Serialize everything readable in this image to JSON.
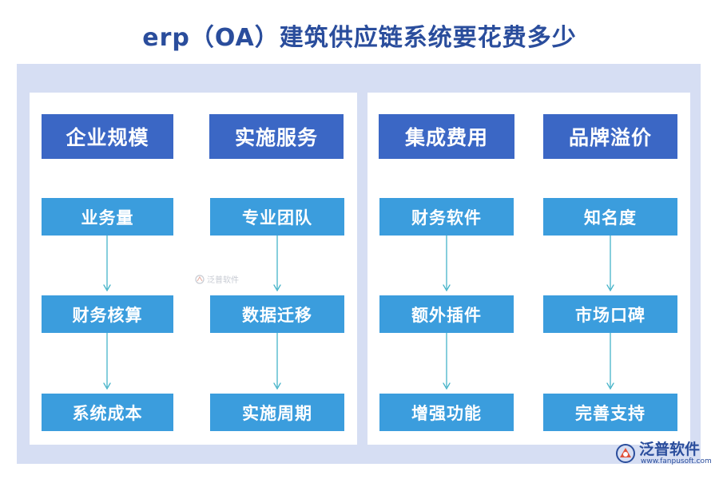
{
  "title": "erp（OA）建筑供应链系统要花费多少",
  "columns": [
    {
      "header": "企业规模",
      "items": [
        "业务量",
        "财务核算",
        "系统成本"
      ]
    },
    {
      "header": "实施服务",
      "items": [
        "专业团队",
        "数据迁移",
        "实施周期"
      ]
    },
    {
      "header": "集成费用",
      "items": [
        "财务软件",
        "额外插件",
        "增强功能"
      ]
    },
    {
      "header": "品牌溢价",
      "items": [
        "知名度",
        "市场口碑",
        "完善支持"
      ]
    }
  ],
  "watermark": "泛普软件",
  "logo": {
    "name": "泛普软件",
    "url": "www.fanpusoft.com"
  },
  "colors": {
    "header": "#3b67c5",
    "node": "#3b9ddd",
    "arrow": "#45b3c8",
    "frame": "#d6def3",
    "title": "#2a4d9c"
  }
}
